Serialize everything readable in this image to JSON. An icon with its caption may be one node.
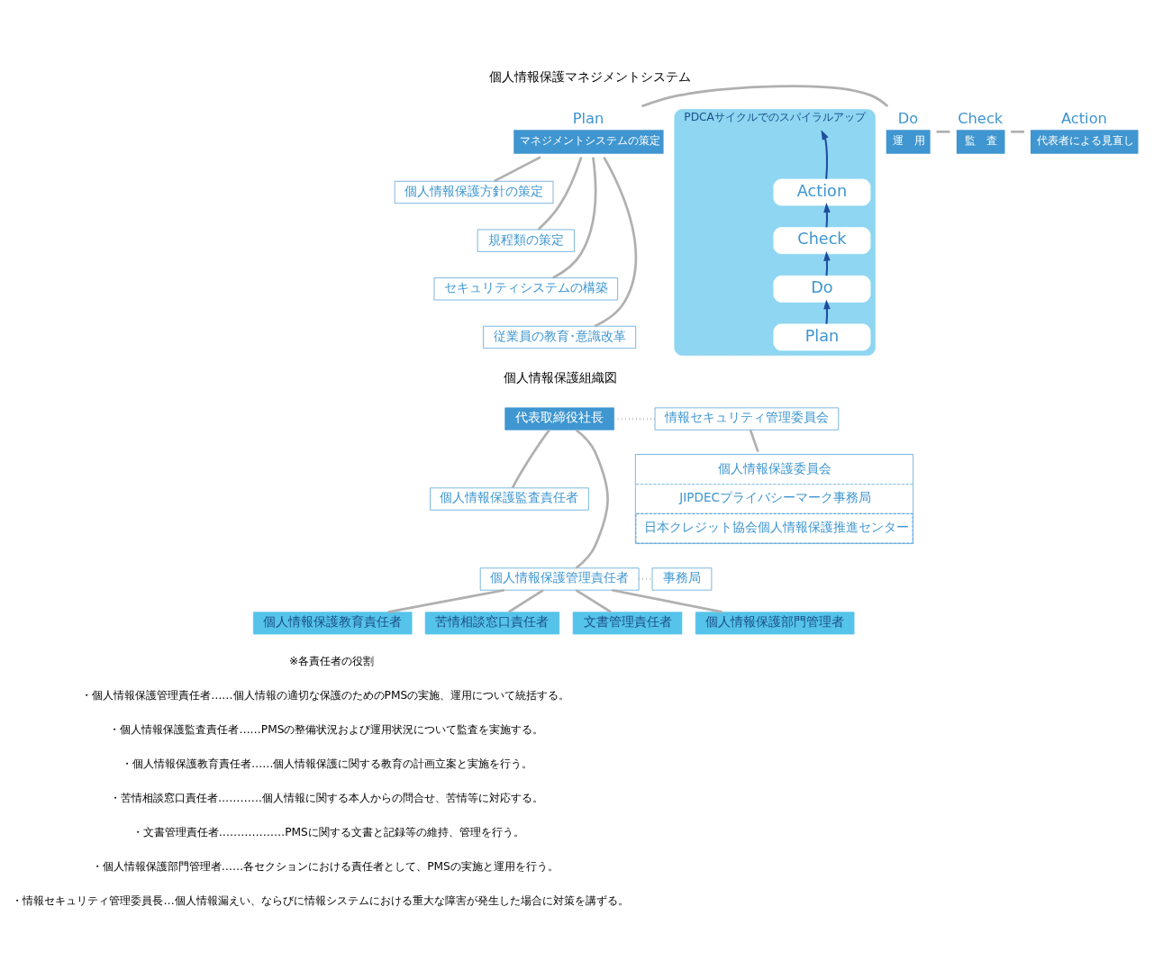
{
  "diagram": {
    "nodes": [
      {
        "text": [
          "Plan",
          "マネジメントシステムの策定"
        ]
      },
      {
        "text": [
          "Do",
          "運　用"
        ]
      },
      {
        "text": [
          "Check",
          "監　査"
        ]
      },
      {
        "text": [
          "Action",
          "代表者による見直し"
        ]
      },
      {
        "text": [
          "個人情報保護方針の策定"
        ]
      },
      {
        "text": [
          "規程類の策定"
        ]
      },
      {
        "text": [
          "セキュリティシステムの構築"
        ]
      },
      {
        "text": [
          "従業員の教育･意識改革"
        ]
      },
      {
        "text": [
          "PDCAサイクルでのスパイラルアップ"
        ]
      },
      {
        "text": [
          "Action"
        ],
        "in": 8
      },
      {
        "text": [
          "Check"
        ],
        "in": 8
      },
      {
        "text": [
          "Do"
        ],
        "in": 8
      },
      {
        "text": [
          "Plan"
        ],
        "in": 8
      },
      {
        "text": [
          "代表取締役社長"
        ]
      },
      {
        "text": [
          "情報セキュリティ管理委員会"
        ]
      },
      {
        "text": [
          "個人情報保護監査責任者"
        ]
      },
      {
        "text": [
          "個人情報保護管理責任者"
        ]
      },
      {
        "text": [
          "事務局"
        ]
      },
      {
        "text": [
          "個人情報保護教育責任者"
        ]
      },
      {
        "text": [
          "苦情相談窓口責任者"
        ]
      },
      {
        "text": [
          "文書管理責任者"
        ]
      },
      {
        "text": [
          "個人情報保護部門管理者"
        ]
      },
      {
        "text": [
          "個人情報保護委員会",
          "JIPDECプライバシーマーク事務局",
          "日本クレジット協会個人情報保護推進センター"
        ]
      }
    ],
    "edges": [
      {
        "from": 0,
        "to": 1,
        "arrow": "none"
      },
      {
        "from": 1,
        "to": 2,
        "arrow": "none"
      },
      {
        "from": 2,
        "to": 3,
        "arrow": "none"
      },
      {
        "from": 0,
        "to": 4,
        "arrow": "none"
      },
      {
        "from": 0,
        "to": 5,
        "arrow": "none"
      },
      {
        "from": 0,
        "to": 6,
        "arrow": "none"
      },
      {
        "from": 0,
        "to": 7,
        "arrow": "none"
      },
      {
        "from": 12,
        "to": 11,
        "arrow": "to",
        "color": "#1f4e9c"
      },
      {
        "from": 11,
        "to": 10,
        "arrow": "to",
        "color": "#1f4e9c"
      },
      {
        "from": 10,
        "to": 9,
        "arrow": "to",
        "color": "#1f4e9c"
      },
      {
        "from": 9,
        "to": null,
        "arrow": "to",
        "color": "#1f4e9c"
      },
      {
        "from": 13,
        "to": 14,
        "arrow": "none",
        "style": "dashed"
      },
      {
        "from": 13,
        "to": 15,
        "arrow": "none"
      },
      {
        "from": 13,
        "to": 16,
        "arrow": "none"
      },
      {
        "from": 16,
        "to": 17,
        "arrow": "none",
        "style": "dashed"
      },
      {
        "from": 16,
        "to": 18,
        "arrow": "none"
      },
      {
        "from": 16,
        "to": 19,
        "arrow": "none"
      },
      {
        "from": 16,
        "to": 20,
        "arrow": "none"
      },
      {
        "from": 16,
        "to": 21,
        "arrow": "none"
      },
      {
        "from": 14,
        "to": 22,
        "arrow": "none"
      }
    ],
    "labels": [
      "個人情報保護マネジメントシステム",
      "個人情報保護組織図",
      "※各責任者の役割",
      "・個人情報保護管理責任者……個人情報の適切な保護のためのPMSの実施、運用について統括する。",
      "・個人情報保護監査責任者……PMSの整備状況および運用状況について監査を実施する。",
      "・個人情報保護教育責任者……個人情報保護に関する教育の計画立案と実施を行う。",
      "・苦情相談窓口責任者…………個人情報に関する本人からの問合せ、苦情等に対応する。",
      "・文書管理責任者………………PMSに関する文書と記録等の維持、管理を行う。",
      "・個人情報保護部門管理者……各セクションにおける責任者として、PMSの実施と運用を行う。",
      "・情報セキュリティ管理委員長…個人情報漏えい、ならびに情報システムにおける重大な障害が発生した場合に対策を講ずる。"
    ]
  }
}
